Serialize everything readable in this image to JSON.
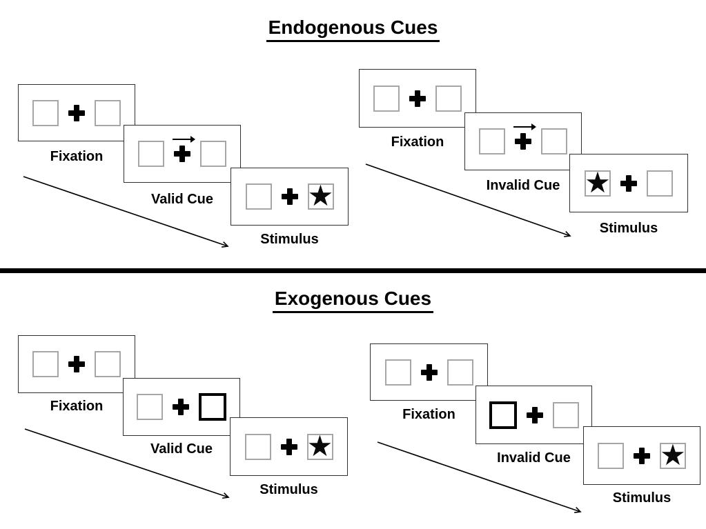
{
  "glyphs": {
    "star": "★"
  },
  "colors": {
    "background": "#ffffff",
    "ink": "#000000",
    "panel_border": "#2e2e2e",
    "box_border": "#a6a6a6",
    "bold_box_border": "#000000"
  },
  "sections": {
    "endogenous": {
      "title": "Endogenous Cues",
      "valid": {
        "cue_type": "central arrow above fixation cross pointing right",
        "stimulus_side": "right",
        "panels": [
          {
            "label": "Fixation"
          },
          {
            "label": "Valid Cue"
          },
          {
            "label": "Stimulus"
          }
        ]
      },
      "invalid": {
        "cue_type": "central arrow above fixation cross pointing right",
        "stimulus_side": "left",
        "panels": [
          {
            "label": "Fixation"
          },
          {
            "label": "Invalid Cue"
          },
          {
            "label": "Stimulus"
          }
        ]
      }
    },
    "exogenous": {
      "title": "Exogenous Cues",
      "valid": {
        "cue_type": "right box highlighted with bold border",
        "stimulus_side": "right",
        "panels": [
          {
            "label": "Fixation"
          },
          {
            "label": "Valid Cue"
          },
          {
            "label": "Stimulus"
          }
        ]
      },
      "invalid": {
        "cue_type": "left box highlighted with bold border",
        "stimulus_side": "right",
        "panels": [
          {
            "label": "Fixation"
          },
          {
            "label": "Invalid Cue"
          },
          {
            "label": "Stimulus"
          }
        ]
      }
    }
  }
}
